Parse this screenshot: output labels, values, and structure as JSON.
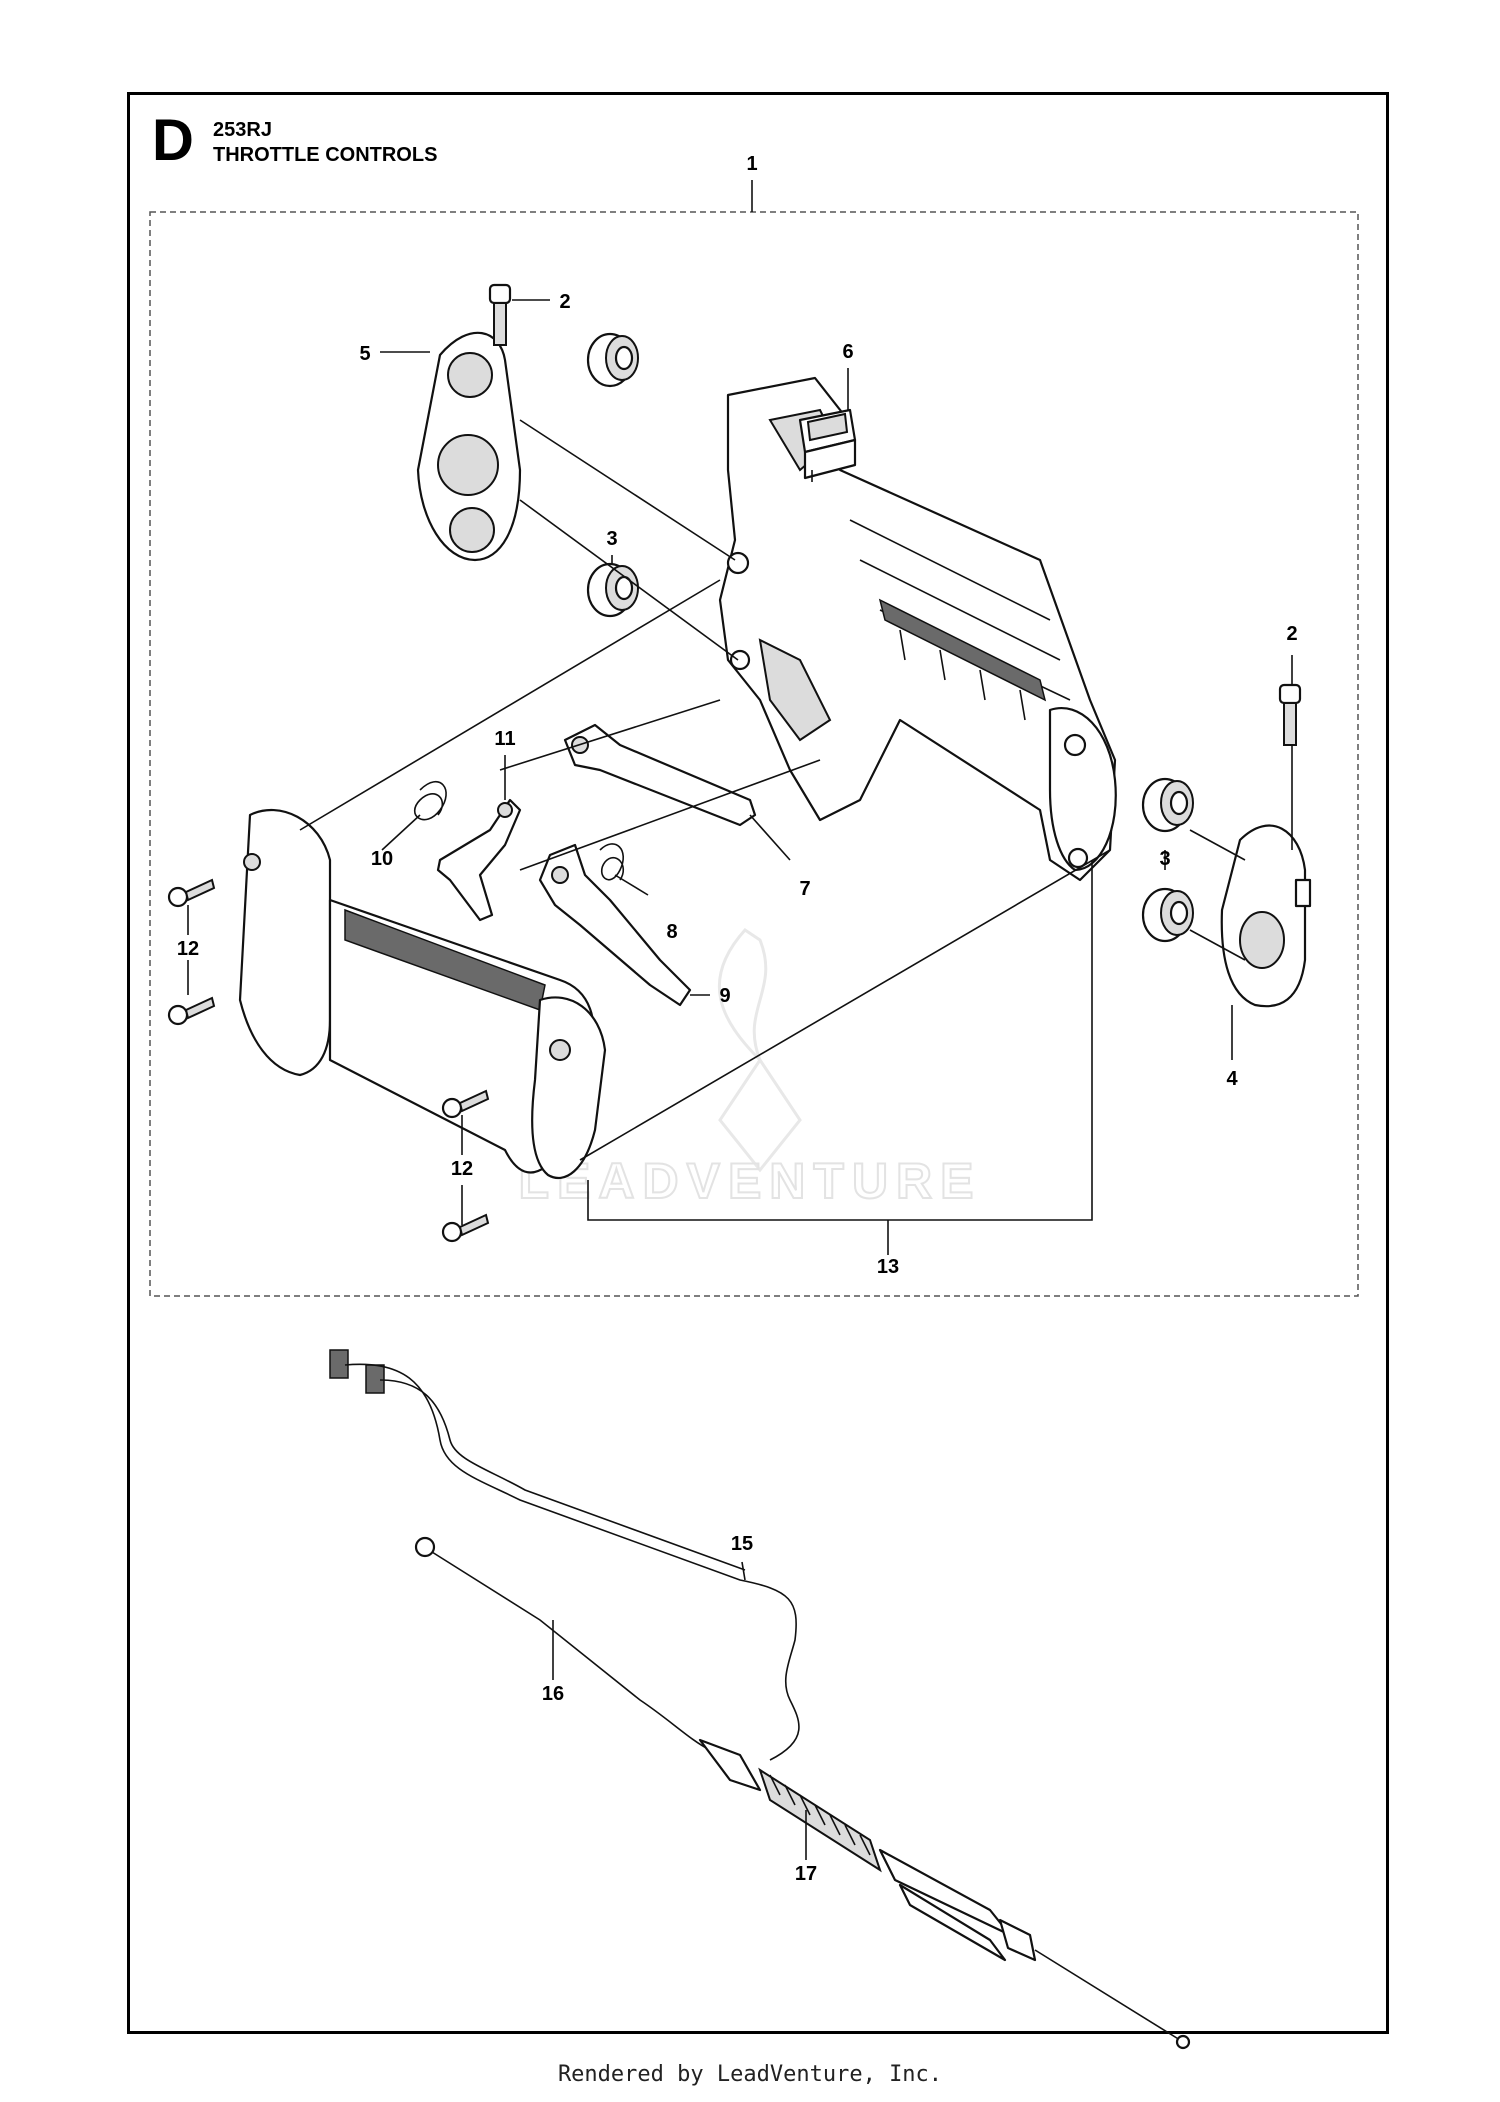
{
  "header": {
    "section_letter": "D",
    "model": "253RJ",
    "title": "THROTTLE CONTROLS"
  },
  "callouts": {
    "c1": "1",
    "c2a": "2",
    "c2b": "2",
    "c3a": "3",
    "c3b": "3",
    "c4": "4",
    "c5": "5",
    "c6": "6",
    "c7": "7",
    "c8": "8",
    "c9": "9",
    "c10": "10",
    "c11": "11",
    "c12a": "12",
    "c12b": "12",
    "c13": "13",
    "c15": "15",
    "c16": "16",
    "c17": "17"
  },
  "watermark": "LEADVENTURE",
  "footer": "Rendered by LeadVenture, Inc."
}
